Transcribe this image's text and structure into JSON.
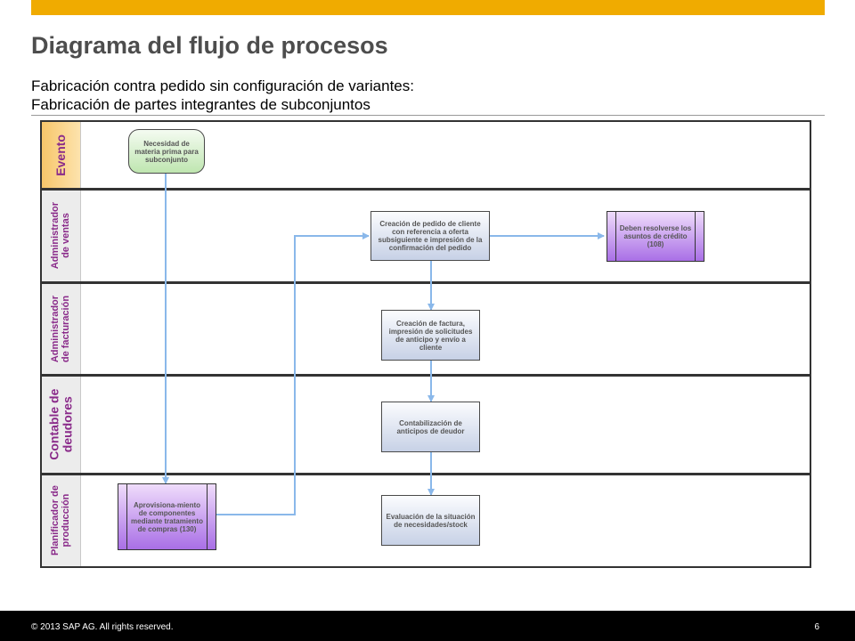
{
  "header": {
    "title": "Diagrama del flujo de procesos",
    "subtitle_line1": "Fabricación contra pedido sin configuración de variantes:",
    "subtitle_line2": "Fabricación de partes integrantes de subconjuntos"
  },
  "lanes": {
    "evento": "Evento",
    "admin_ventas": [
      "Administrador",
      "de ventas"
    ],
    "admin_facturacion": [
      "Administrador",
      "de facturación"
    ],
    "contable": [
      "Contable de",
      "deudores"
    ],
    "planificador": [
      "Planificador de",
      "producción"
    ]
  },
  "nodes": {
    "necesidad": "Necesidad de materia prima para subconjunto",
    "creacion_pedido": "Creación de pedido de cliente con referencia a oferta subsiguiente e impresión de la confirmación del pedido",
    "asuntos_credito": "Deben resolverse los asuntos de crédito (108)",
    "creacion_factura": "Creación de factura, impresión de solicitudes de anticipo y envío a cliente",
    "contabilizacion": "Contabilización de anticipos de deudor",
    "aprovisionamiento": "Aprovisiona-miento de componentes mediante tratamiento de compras (130)",
    "evaluacion": "Evaluación de la situación de necesidades/stock"
  },
  "colors": {
    "accent_bar": "#f0ab00",
    "lane_label": "#8a2b8a",
    "arrow": "#8ab8ea"
  },
  "footer": {
    "copyright": "© 2013 SAP AG. All rights reserved.",
    "page_number": "6"
  }
}
